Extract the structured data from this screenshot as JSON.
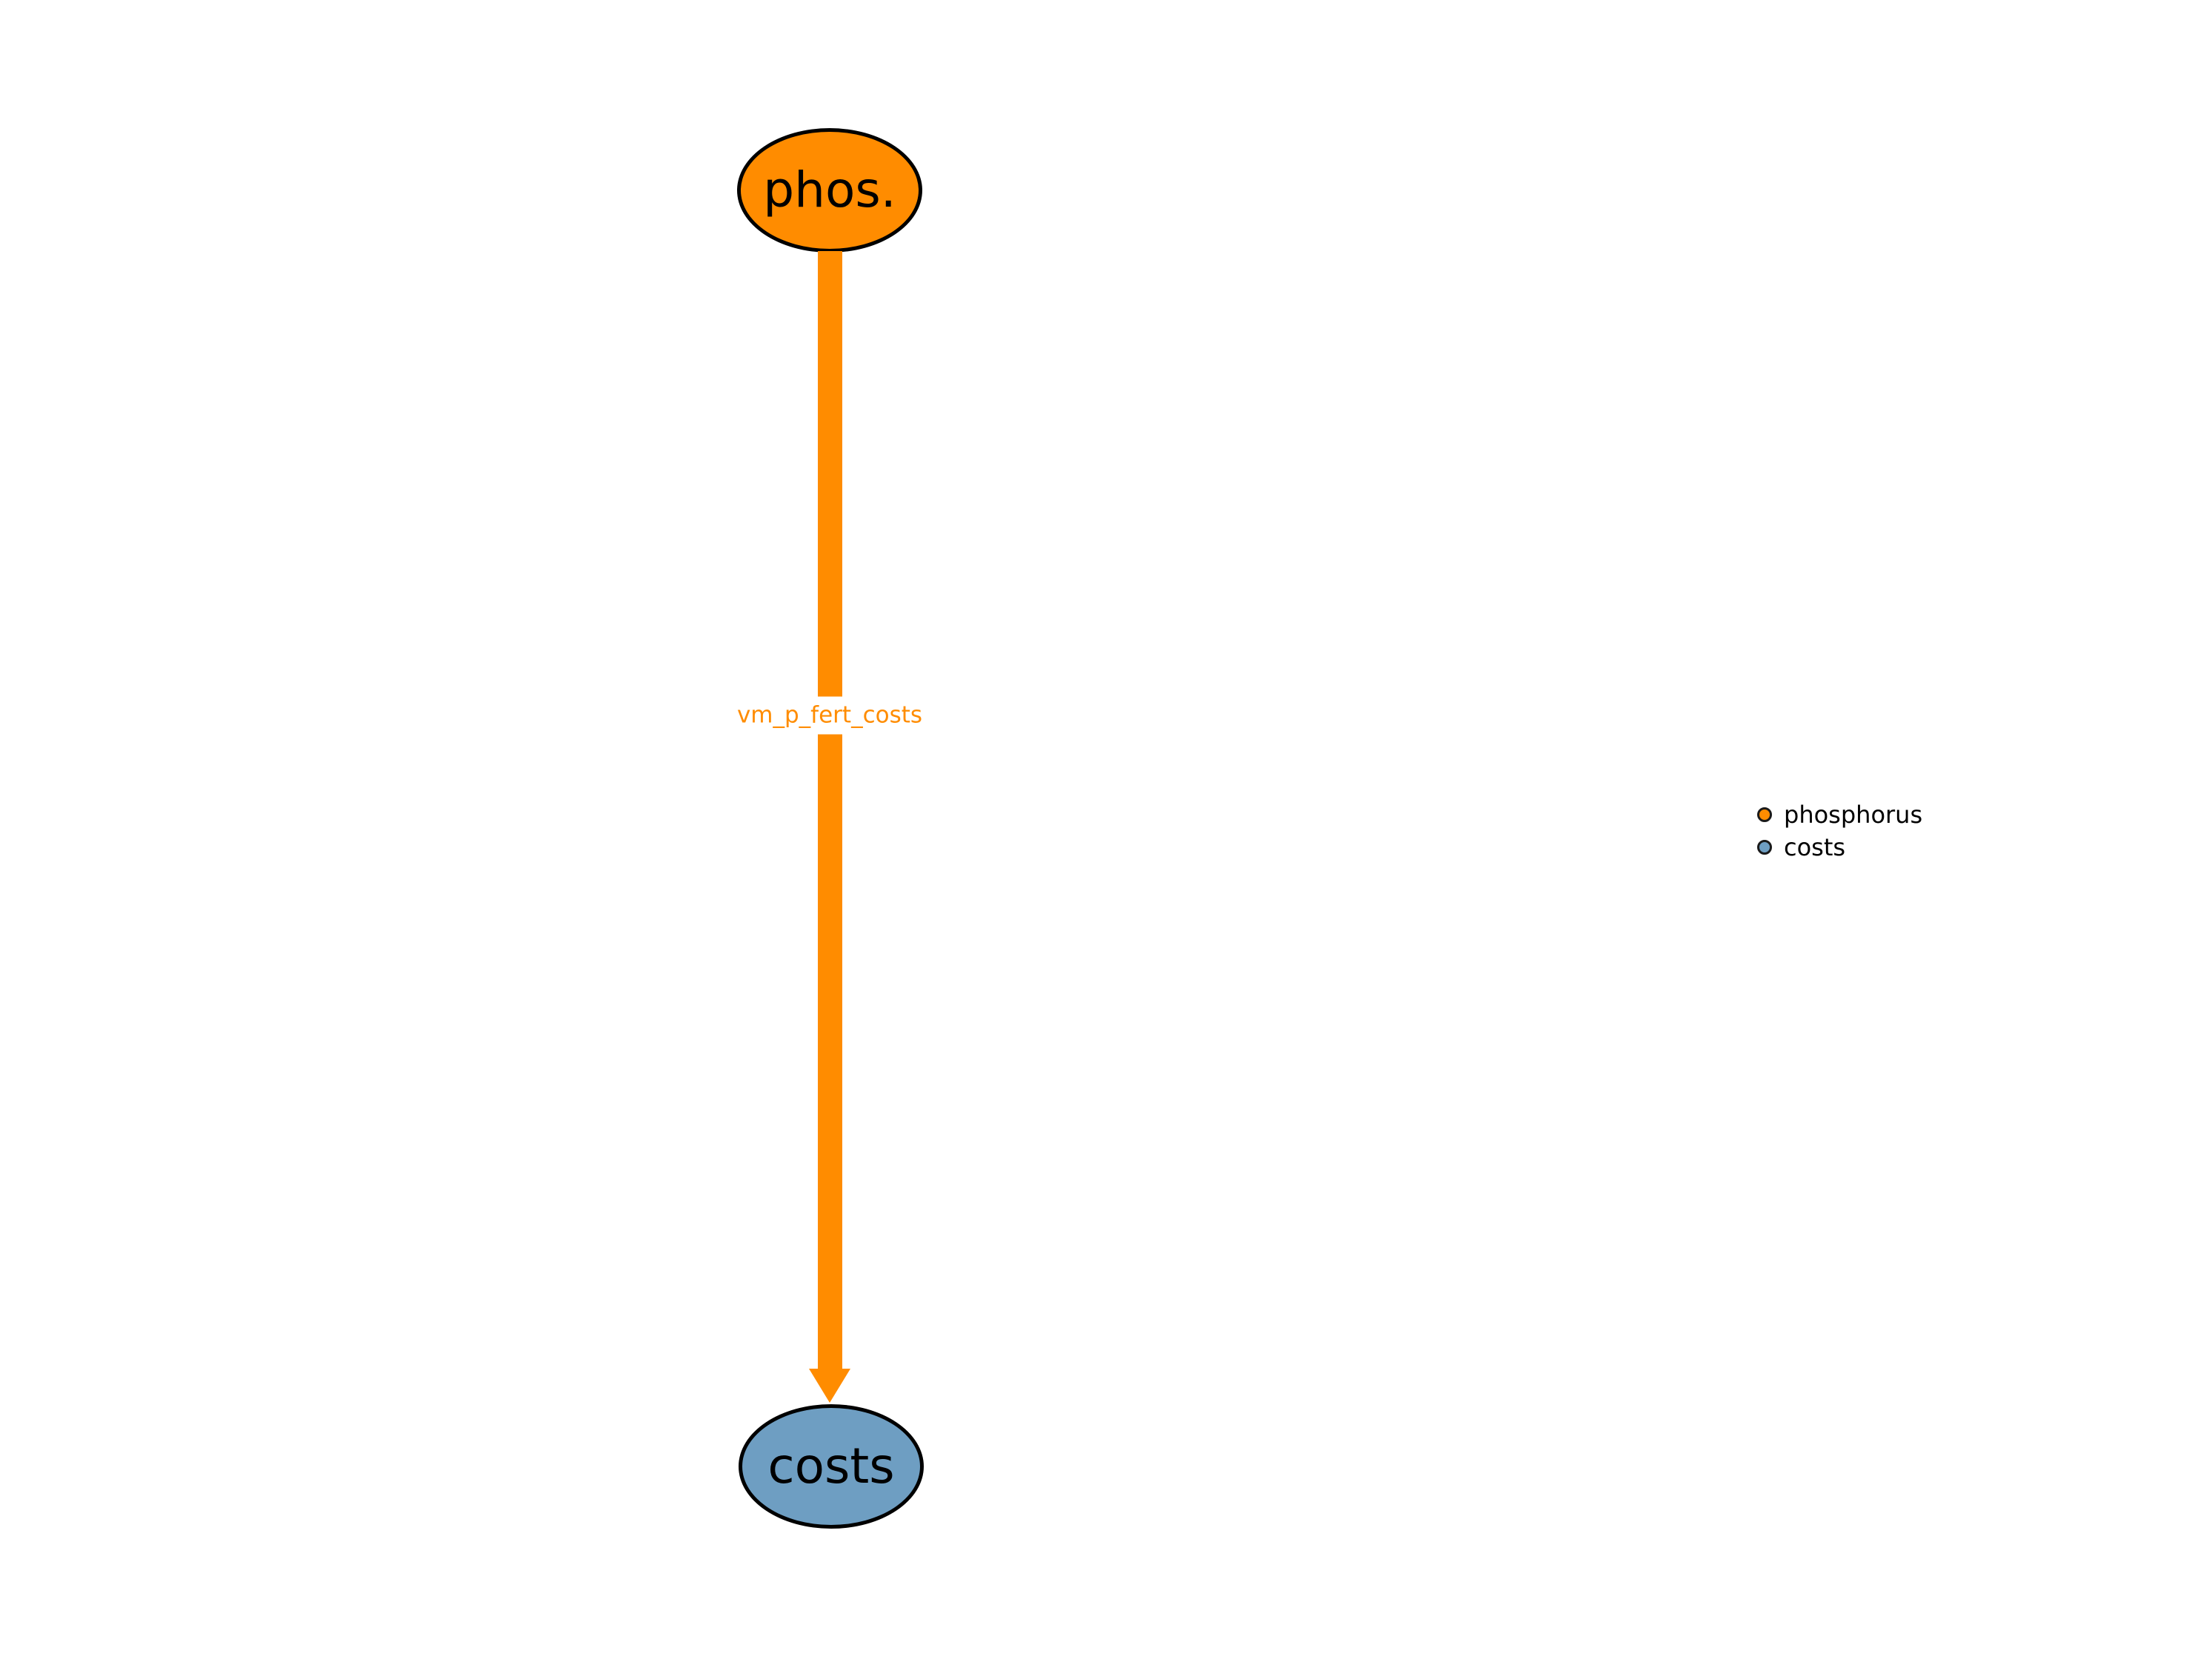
{
  "figure": {
    "background": "#FFFFFF"
  },
  "nodes": [
    {
      "id": "phos",
      "label": "phos.",
      "fill": "#FF8C00",
      "border": "#000000"
    },
    {
      "id": "costs",
      "label": "costs",
      "fill": "#6E9EC2",
      "border": "#000000"
    }
  ],
  "edge": {
    "label": "vm_p_fert_costs",
    "color": "#FF8C00",
    "from": "phos",
    "to": "costs",
    "direction": "down"
  },
  "legend": {
    "items": [
      {
        "label": "phosphorus",
        "color": "#FF8C00"
      },
      {
        "label": "costs",
        "color": "#6E9EC2"
      }
    ]
  }
}
